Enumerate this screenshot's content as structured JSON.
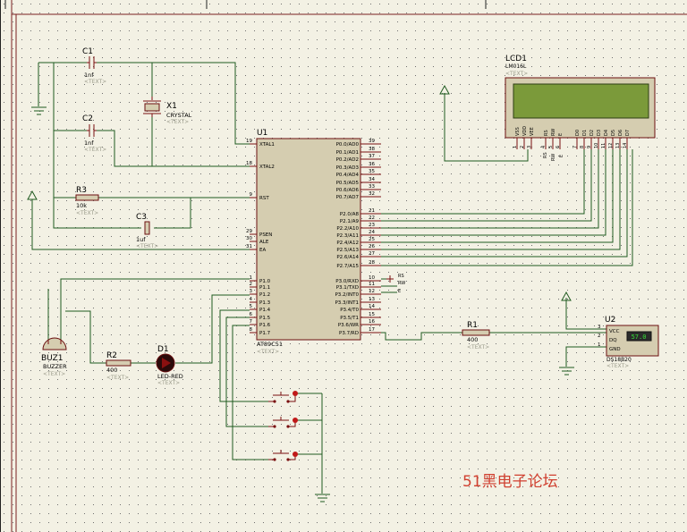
{
  "colors": {
    "background": "#f3f1e4",
    "wire": "#1f5a1f",
    "component": "#7a1010",
    "body_fill": "#d5cdb0",
    "lcd_screen": "#7b9a3a",
    "watermark": "#d04030"
  },
  "placeholder_text": "<TEXT>",
  "components": {
    "c1": {
      "ref": "C1",
      "value": "1nf"
    },
    "c2": {
      "ref": "C2",
      "value": "1nf"
    },
    "c3": {
      "ref": "C3",
      "value": "1uf"
    },
    "x1": {
      "ref": "X1",
      "value": "CRYSTAL"
    },
    "r3": {
      "ref": "R3",
      "value": "10k"
    },
    "r2": {
      "ref": "R2",
      "value": "400"
    },
    "r1": {
      "ref": "R1",
      "value": "400"
    },
    "d1": {
      "ref": "D1",
      "value": "LED-RED"
    },
    "buz1": {
      "ref": "BUZ1",
      "value": "BUZZER"
    },
    "u1": {
      "ref": "U1",
      "value": "AT89C51"
    },
    "u2": {
      "ref": "U2",
      "value": "DS18B20",
      "display": "57.0"
    },
    "lcd1": {
      "ref": "LCD1",
      "value": "LM016L"
    }
  },
  "u1": {
    "left_pins": [
      {
        "num": "19",
        "name": "XTAL1"
      },
      {
        "num": "18",
        "name": "XTAL2"
      },
      {
        "num": "9",
        "name": "RST"
      },
      {
        "num": "29",
        "name": "PSEN"
      },
      {
        "num": "30",
        "name": "ALE"
      },
      {
        "num": "31",
        "name": "EA"
      },
      {
        "num": "1",
        "name": "P1.0"
      },
      {
        "num": "2",
        "name": "P1.1"
      },
      {
        "num": "3",
        "name": "P1.2"
      },
      {
        "num": "4",
        "name": "P1.3"
      },
      {
        "num": "5",
        "name": "P1.4"
      },
      {
        "num": "6",
        "name": "P1.5"
      },
      {
        "num": "7",
        "name": "P1.6"
      },
      {
        "num": "8",
        "name": "P1.7"
      }
    ],
    "p0_pins": [
      {
        "num": "39",
        "name": "P0.0/AD0"
      },
      {
        "num": "38",
        "name": "P0.1/AD1"
      },
      {
        "num": "37",
        "name": "P0.2/AD2"
      },
      {
        "num": "36",
        "name": "P0.3/AD3"
      },
      {
        "num": "35",
        "name": "P0.4/AD4"
      },
      {
        "num": "34",
        "name": "P0.5/AD5"
      },
      {
        "num": "33",
        "name": "P0.6/AD6"
      },
      {
        "num": "32",
        "name": "P0.7/AD7"
      }
    ],
    "p2_pins": [
      {
        "num": "21",
        "name": "P2.0/A8"
      },
      {
        "num": "22",
        "name": "P2.1/A9"
      },
      {
        "num": "23",
        "name": "P2.2/A10"
      },
      {
        "num": "24",
        "name": "P2.3/A11"
      },
      {
        "num": "25",
        "name": "P2.4/A12"
      },
      {
        "num": "26",
        "name": "P2.5/A13"
      },
      {
        "num": "27",
        "name": "P2.6/A14"
      },
      {
        "num": "28",
        "name": "P2.7/A15"
      }
    ],
    "p3_pins": [
      {
        "num": "10",
        "name": "P3.0/RXD"
      },
      {
        "num": "11",
        "name": "P3.1/TXD"
      },
      {
        "num": "12",
        "name": "P3.2/INT0"
      },
      {
        "num": "13",
        "name": "P3.3/INT1"
      },
      {
        "num": "14",
        "name": "P3.4/T0"
      },
      {
        "num": "15",
        "name": "P3.5/T1"
      },
      {
        "num": "16",
        "name": "P3.6/WR"
      },
      {
        "num": "17",
        "name": "P3.7/RD"
      }
    ]
  },
  "lcd_pins": [
    {
      "name": "VSS",
      "num": "1"
    },
    {
      "name": "VDD",
      "num": "2"
    },
    {
      "name": "VEE",
      "num": "3"
    },
    {
      "name": "RS",
      "num": "4"
    },
    {
      "name": "RW",
      "num": "5"
    },
    {
      "name": "E",
      "num": "6"
    },
    {
      "name": "D0",
      "num": "7"
    },
    {
      "name": "D1",
      "num": "8"
    },
    {
      "name": "D2",
      "num": "9"
    },
    {
      "name": "D3",
      "num": "10"
    },
    {
      "name": "D4",
      "num": "11"
    },
    {
      "name": "D5",
      "num": "12"
    },
    {
      "name": "D6",
      "num": "13"
    },
    {
      "name": "D7",
      "num": "14"
    }
  ],
  "lcd_ctrl_labels": [
    "RS",
    "RW",
    "E"
  ],
  "u2_pins": [
    {
      "num": "3",
      "name": "VCC"
    },
    {
      "num": "2",
      "name": "DQ"
    },
    {
      "num": "1",
      "name": "GND"
    }
  ],
  "p3_net_labels": [
    "RS",
    "RW",
    "E"
  ],
  "watermark": "51黑电子论坛"
}
